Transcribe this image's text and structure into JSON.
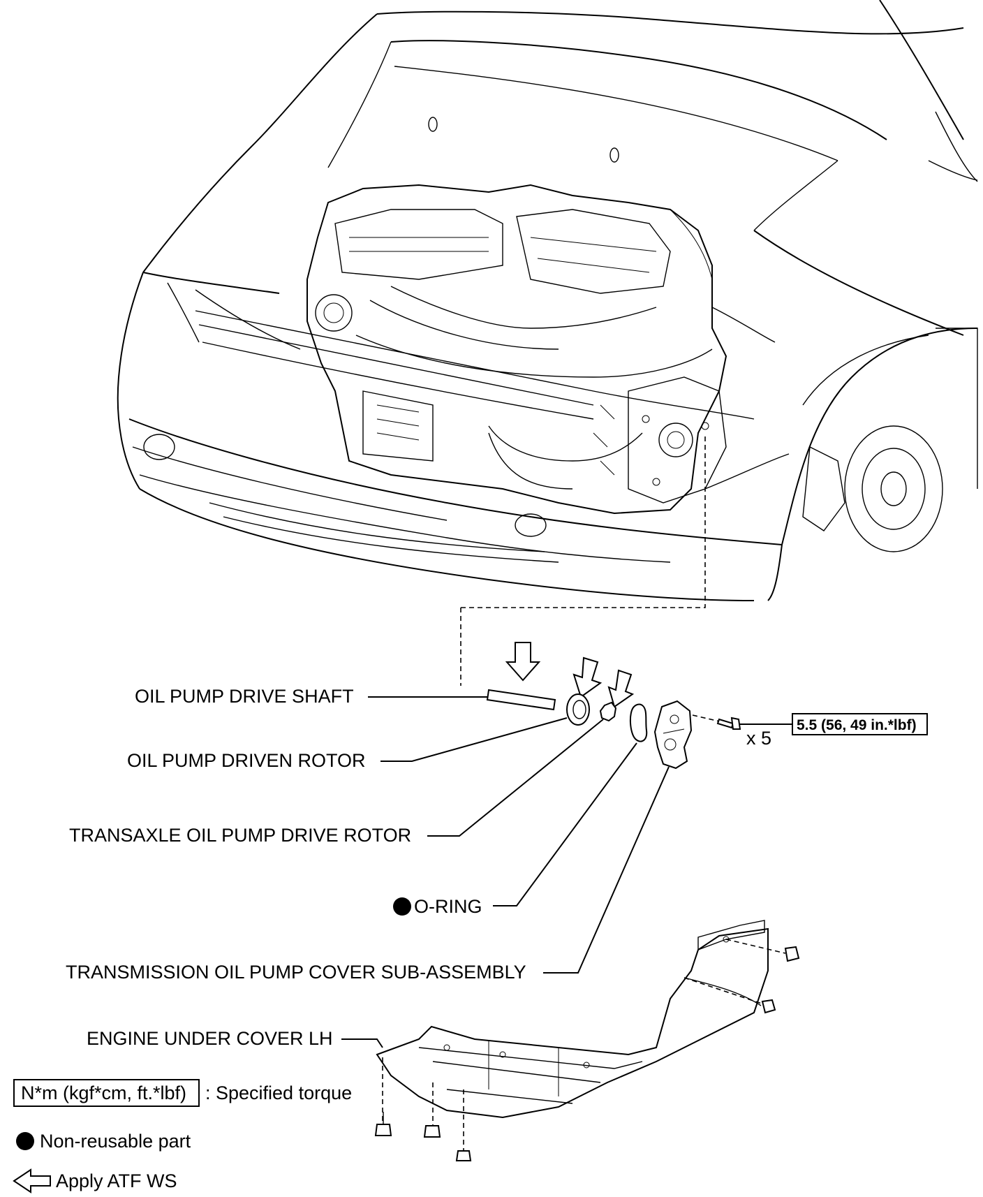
{
  "labels": {
    "drive_shaft": "OIL PUMP DRIVE SHAFT",
    "driven_rotor": "OIL PUMP DRIVEN ROTOR",
    "drive_rotor": "TRANSAXLE OIL PUMP DRIVE ROTOR",
    "o_ring": "O-RING",
    "pump_cover": "TRANSMISSION OIL PUMP COVER SUB-ASSEMBLY",
    "under_cover": "ENGINE UNDER COVER LH"
  },
  "torque": {
    "value": "5.5 (56, 49 in.*lbf)",
    "quantity": "x 5"
  },
  "legend": {
    "torque_box": "N*m (kgf*cm, ft.*lbf)",
    "torque_desc": ": Specified torque",
    "non_reusable": "Non-reusable part",
    "apply_atf": "Apply ATF WS"
  },
  "icons": [
    "solid-dot-icon",
    "hollow-arrow-icon",
    "torque-box-icon"
  ]
}
